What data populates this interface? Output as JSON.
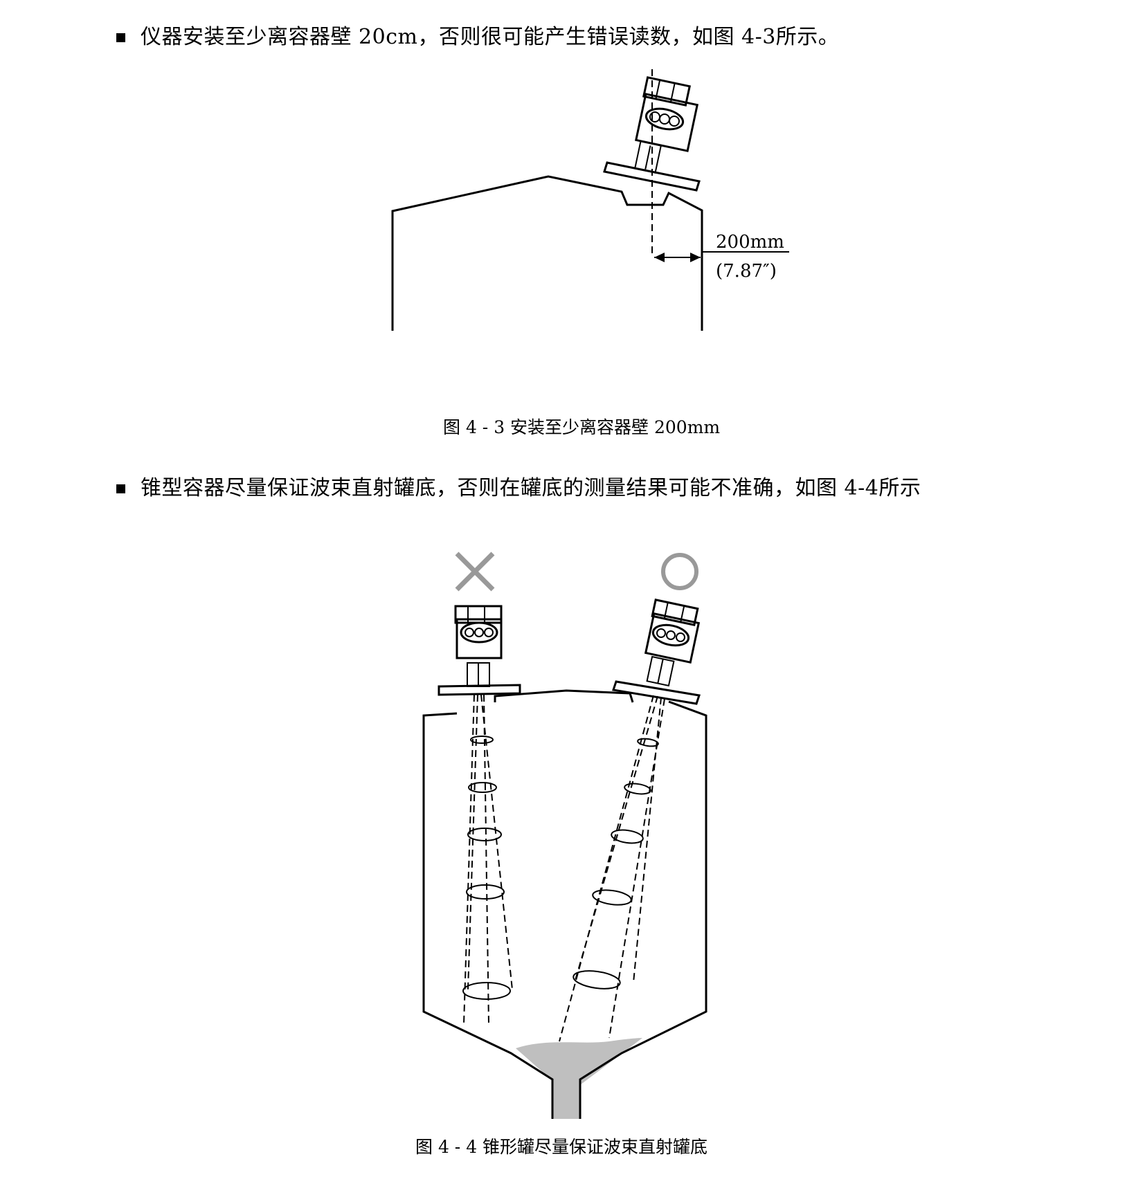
{
  "bullets": [
    {
      "text": "仪器安装至少离容器壁 20cm，否则很可能产生错误读数，如图 4-3所示。"
    },
    {
      "text": "锥型容器尽量保证波束直射罐底，否则在罐底的测量结果可能不准确，如图 4-4所示"
    }
  ],
  "figure_4_3": {
    "caption": "图 4 - 3 安装至少离容器壁 200mm",
    "dimension_mm": "200mm",
    "dimension_in": "(7.87″)"
  },
  "figure_4_4": {
    "caption": "图 4 - 4 锥形罐尽量保证波束直射罐底",
    "wrong_mark": "✕",
    "right_mark": "○",
    "mark_color": "#999999",
    "material_color": "#bfbfbf"
  }
}
